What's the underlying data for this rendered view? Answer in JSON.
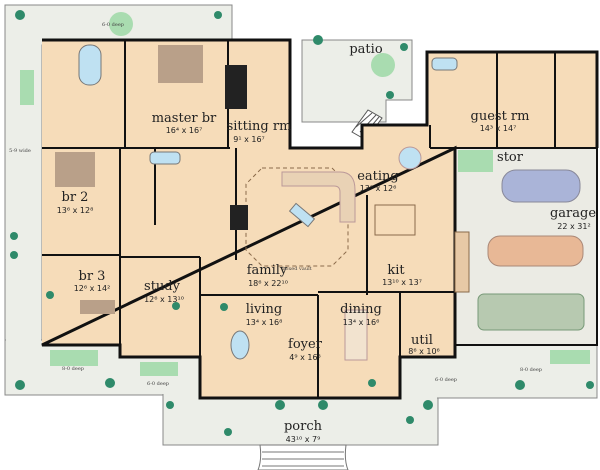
{
  "colors": {
    "floor": "#f6dcb9",
    "porch": "#eceee8",
    "garage": "#ebebe4",
    "wall": "#111111",
    "plant": "#2f8a6a",
    "furniture_green": "#a9dcb0",
    "fixture_blue": "#bfe1f2",
    "car_blue": "#aab4d8",
    "car_tan": "#e8b896",
    "truck_green": "#b7c9b0"
  },
  "rooms": {
    "master_br": {
      "name": "master br",
      "dims": "16⁴ x 16⁷"
    },
    "sitting_rm": {
      "name": "sitting rm",
      "dims": "9¹ x 16⁷"
    },
    "br2": {
      "name": "br 2",
      "dims": "13⁶ x 12⁸"
    },
    "br3": {
      "name": "br 3",
      "dims": "12⁶ x 14²"
    },
    "study": {
      "name": "study",
      "dims": "12⁶ x 13¹⁰"
    },
    "family": {
      "name": "family",
      "dims": "18⁶ x 22¹⁰",
      "note": "boxed vault"
    },
    "living": {
      "name": "living",
      "dims": "13⁴ x 16⁸"
    },
    "foyer": {
      "name": "foyer",
      "dims": "4⁹ x 16⁸"
    },
    "dining": {
      "name": "dining",
      "dims": "13⁴ x 16⁶"
    },
    "kit": {
      "name": "kit",
      "dims": "13¹⁰ x 13⁷"
    },
    "util": {
      "name": "util",
      "dims": "8⁶ x 10⁶"
    },
    "eating": {
      "name": "eating",
      "dims": "13⁸ x 12⁶"
    },
    "patio": {
      "name": "patio"
    },
    "guest_rm": {
      "name": "guest rm",
      "dims": "14³ x 14⁷"
    },
    "stor": {
      "name": "stor"
    },
    "garage": {
      "name": "garage",
      "dims": "22 x 31²"
    },
    "porch": {
      "name": "porch",
      "dims": "43¹⁰ x 7⁹"
    }
  },
  "porch_notes": {
    "top": "6-0 deep",
    "left": "5-9 wide",
    "bottom_left": "8-0 deep",
    "bottom_mid": "6-0 deep",
    "bottom_right_mid": "6-0 deep",
    "bottom_right": "8-0 deep"
  }
}
